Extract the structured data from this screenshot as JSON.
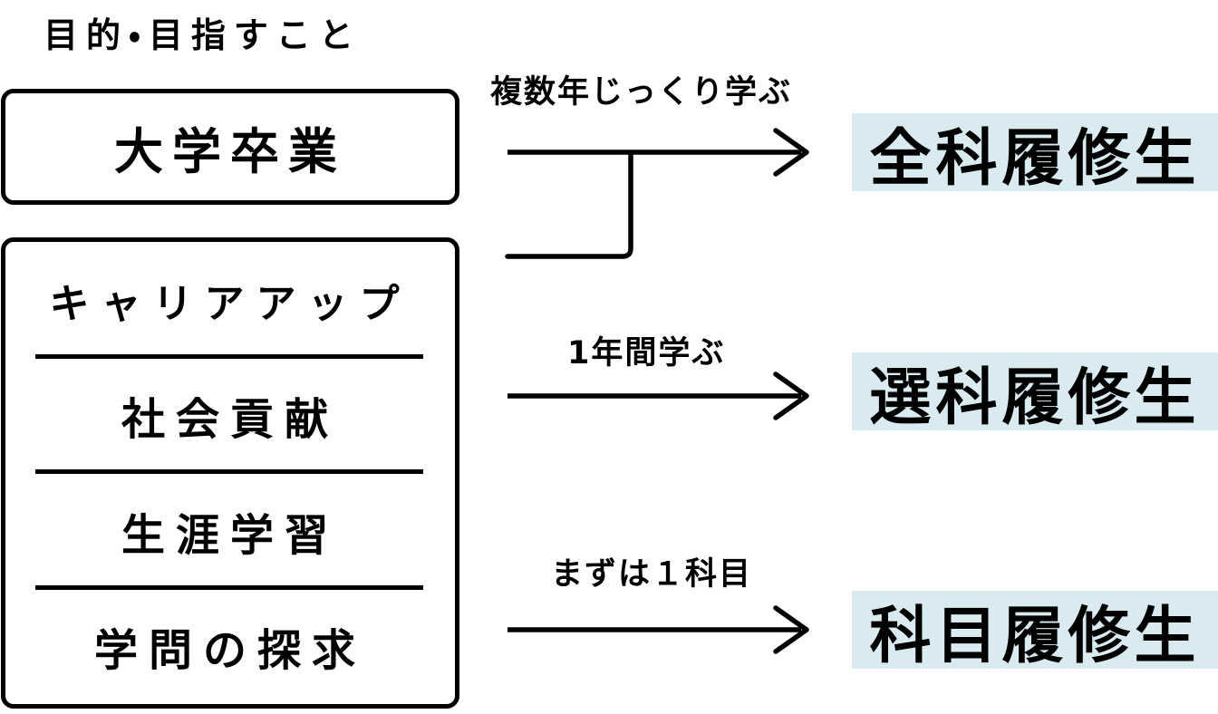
{
  "header": {
    "title": "目的・目指すこと"
  },
  "left_panel": {
    "goal_box_top": {
      "label": "大学卒業"
    },
    "goal_box_bottom": {
      "items": [
        {
          "label": "キャリアアップ"
        },
        {
          "label": "社会貢献"
        },
        {
          "label": "生涯学習"
        },
        {
          "label": "学問の探求"
        }
      ]
    }
  },
  "flows": [
    {
      "arrow_label": "複数年じっくり学ぶ",
      "result_label": "全科履修生"
    },
    {
      "arrow_label": "1年間学ぶ",
      "result_label": "選科履修生"
    },
    {
      "arrow_label": "まずは１科目",
      "result_label": "科目履修生"
    }
  ],
  "colors": {
    "highlight_bg": "#d9ebf1",
    "line_color": "#000000",
    "background": "#ffffff"
  }
}
